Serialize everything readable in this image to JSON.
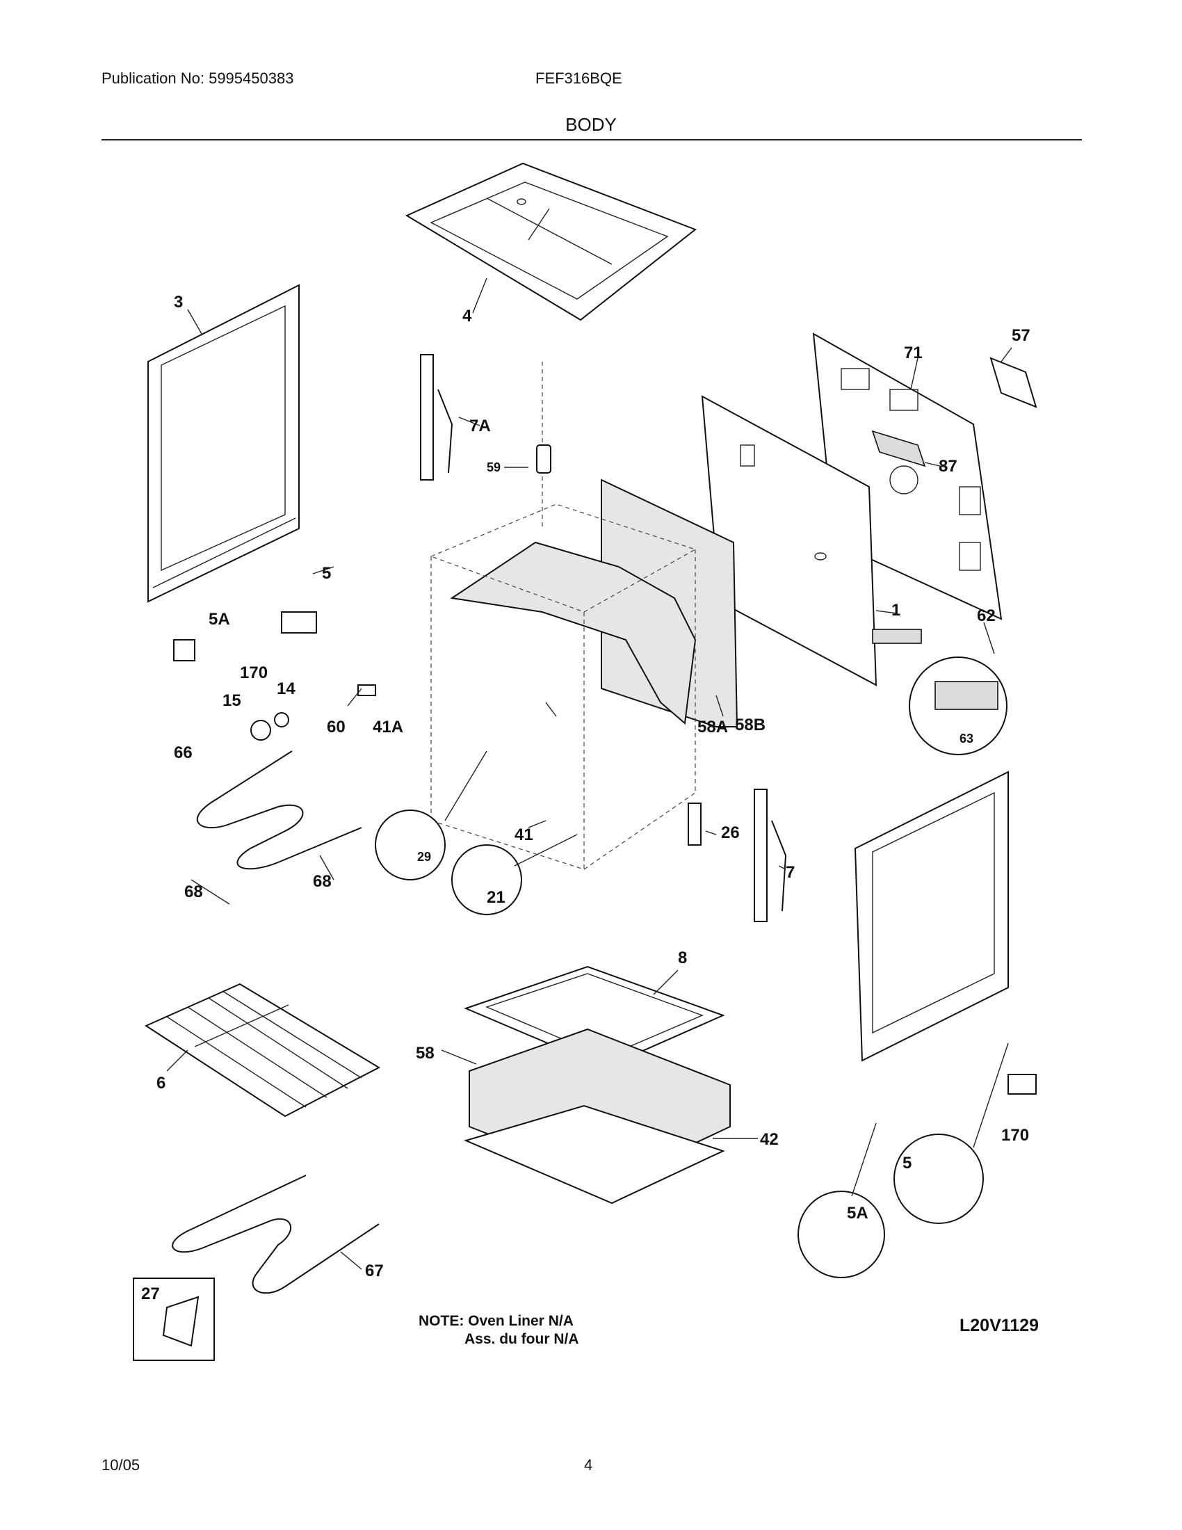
{
  "header": {
    "publication": "Publication No: 5995450383",
    "model": "FEF316BQE",
    "title": "BODY"
  },
  "callouts": {
    "c3": "3",
    "c4": "4",
    "c57": "57",
    "c71": "71",
    "c7A": "7A",
    "c59": "59",
    "c87": "87",
    "c5": "5",
    "c5A": "5A",
    "c170": "170",
    "c15": "15",
    "c14": "14",
    "c1": "1",
    "c62": "62",
    "c60": "60",
    "c41A": "41A",
    "c58A": "58A",
    "c58B": "58B",
    "c63": "63",
    "c66": "66",
    "c29": "29",
    "c41": "41",
    "c26": "26",
    "c7": "7",
    "c21": "21",
    "c68a": "68",
    "c68b": "68",
    "c8": "8",
    "c6": "6",
    "c58": "58",
    "c42": "42",
    "c170b": "170",
    "c5b": "5",
    "c5Ab": "5A",
    "c67": "67",
    "c27": "27"
  },
  "note": {
    "line1": "NOTE: Oven Liner N/A",
    "line2": "Ass. du four N/A"
  },
  "diagram_code": "L20V1129",
  "footer": {
    "date": "10/05",
    "page": "4"
  }
}
